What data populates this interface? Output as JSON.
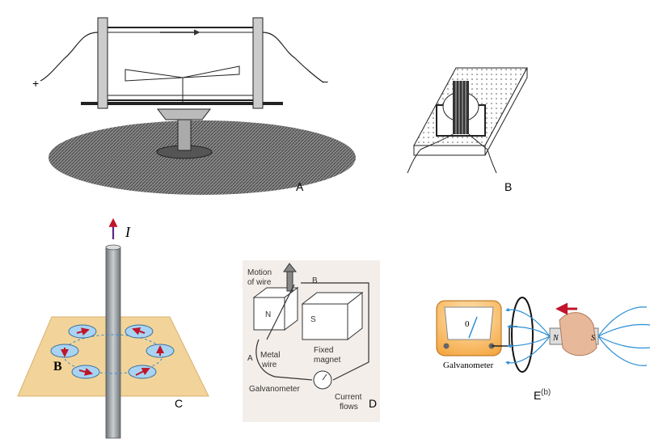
{
  "panels": {
    "a": {
      "label": "A",
      "plus": "+",
      "minus": "−"
    },
    "b": {
      "label": "B"
    },
    "c": {
      "label": "C",
      "current_symbol": "I",
      "field_symbol": "B"
    },
    "d": {
      "label": "D",
      "motion_line1": "Motion",
      "motion_line2": "of wire",
      "pole_n": "N",
      "pole_s": "S",
      "point_a": "A",
      "point_b": "B",
      "metal_line1": "Metal",
      "metal_line2": "wire",
      "fixed_line1": "Fixed",
      "fixed_line2": "magnet",
      "galvanometer": "Galvanometer",
      "current_line1": "Current",
      "current_line2": "flows"
    },
    "e": {
      "label": "E",
      "label_sup": "(b)",
      "galvanometer": "Galvanometer",
      "dial_zero": "0",
      "pole_n": "N",
      "pole_s": "S"
    }
  },
  "colors": {
    "arrow_red": "#c0152a",
    "current_purple": "#5b2a86",
    "field_lines": "#2a8fd6",
    "plane_tan": "#f2d49a",
    "compass_blue": "#a9d3f2",
    "meter_orange": "#f4a640"
  }
}
